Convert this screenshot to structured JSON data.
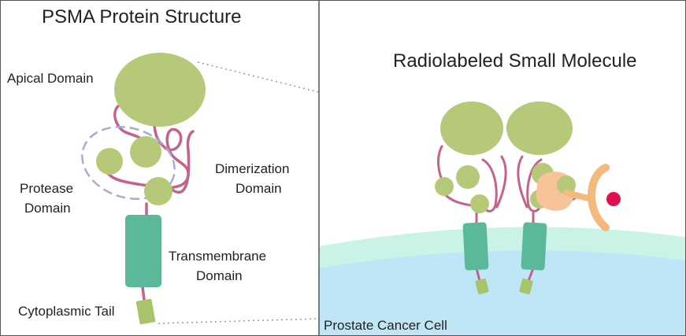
{
  "left_panel": {
    "title": "PSMA Protein Structure",
    "labels": {
      "apical": "Apical Domain",
      "dimerization_1": "Dimerization",
      "dimerization_2": "Domain",
      "protease_1": "Protease",
      "protease_2": "Domain",
      "transmembrane_1": "Transmembrane",
      "transmembrane_2": "Domain",
      "cytoplasmic": "Cytoplasmic Tail"
    }
  },
  "right_panel": {
    "title": "Radiolabeled Small Molecule",
    "cell_label": "Prostate Cancer Cell"
  },
  "colors": {
    "domain_green": "#b5c978",
    "transmembrane_teal": "#5bb89a",
    "tail_green": "#a8c46a",
    "linker_pink": "#c5628c",
    "membrane_mint": "#c9f3e6",
    "cytoplasm_blue": "#bfe6f6",
    "ligand_peach": "#f7c49a",
    "ligand_orange": "#f4b97c",
    "radiolabel_red": "#e0104f",
    "dashed_outline": "#a6acd3"
  }
}
